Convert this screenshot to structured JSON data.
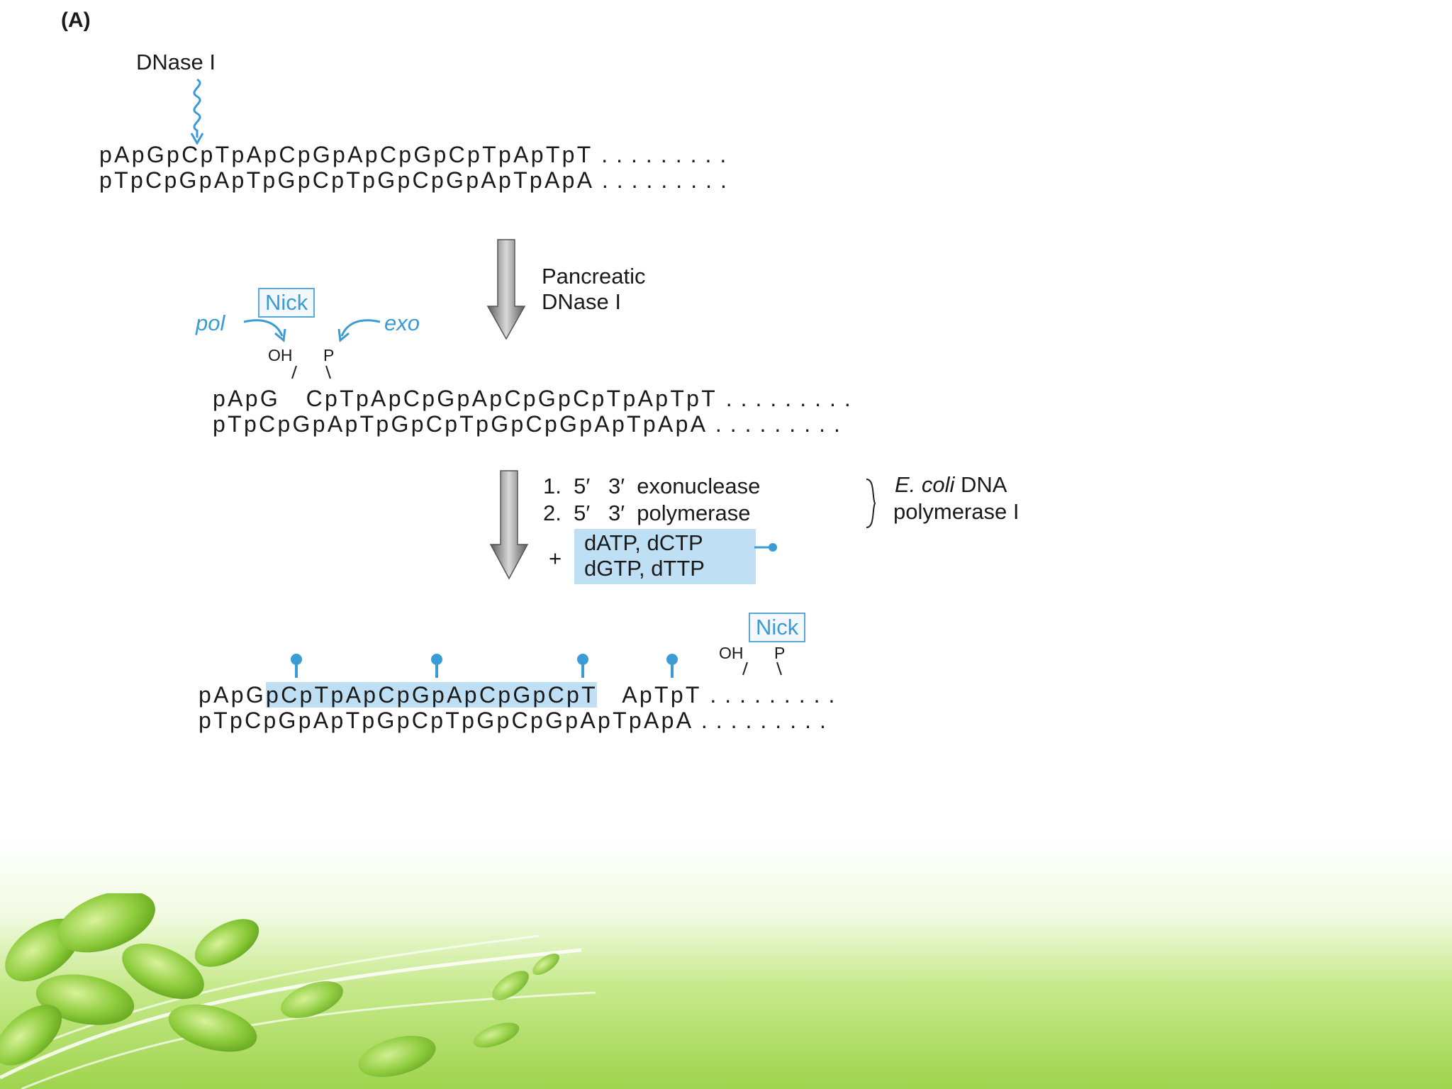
{
  "panel_label": "(A)",
  "step1": {
    "enzyme_label": "DNase I",
    "top_strand": "pApGpCpTpApCpGpApCpGpCpTpApTpT",
    "bottom_strand": "pTpCpGpApTpGpCpTpGpCpGpApTpApA",
    "dots": "........."
  },
  "arrow1": {
    "label_line1": "Pancreatic",
    "label_line2": "DNase I"
  },
  "step2": {
    "nick_label": "Nick",
    "pol_label": "pol",
    "exo_label": "exo",
    "oh_label": "OH",
    "p_label": "P",
    "top_left": "pApG",
    "top_right": "CpTpApCpGpApCpGpCpTpApTpT",
    "bottom_strand": "pTpCpGpApTpGpCpTpGpCpGpApTpApA",
    "dots": "........."
  },
  "arrow2": {
    "item1": "1.  5′   3′  exonuclease",
    "item2": "2.  5′   3′  polymerase",
    "enzyme_line1_italic": "E. coli",
    "enzyme_line1_rest": " DNA",
    "enzyme_line2": "polymerase I",
    "plus": "+",
    "nucleotides_line1": "dATP, dCTP",
    "nucleotides_line2": "dGTP, dTTP"
  },
  "step3": {
    "nick_label": "Nick",
    "oh_label": "OH",
    "p_label": "P",
    "top_prefix": "pApG",
    "top_new": "pCpTpApCpGpApCpGpCpT",
    "top_suffix": "ApTpT",
    "bottom_strand": "pTpCpGpApTpGpCpTpGpCpGpApTpApA",
    "dots": "........."
  },
  "colors": {
    "accent_blue": "#3a9bd5",
    "highlight": "#bfe0f4",
    "footer_green": "#9fd44e"
  }
}
